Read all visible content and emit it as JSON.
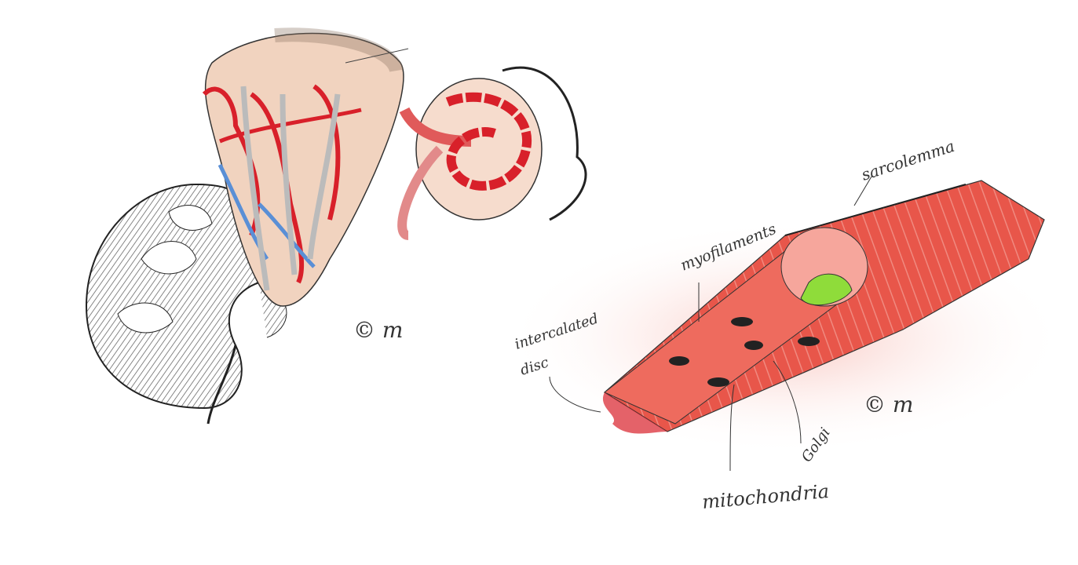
{
  "labels": {
    "sarcolemma": "sarcolemma",
    "myofilaments": "myofilaments",
    "intercalated_line1": "intercalated",
    "intercalated_line2": "disc",
    "golgi": "Golgi",
    "mitochondria": "mitochondria"
  },
  "signatures": {
    "left": "© m",
    "right": "© m"
  },
  "colors": {
    "muscle": "#e8564a",
    "muscle_light": "#f4a9a0",
    "artery": "#d8202a",
    "vein": "#5a8fd6",
    "lobule": "#f1d3bf",
    "nucleus": "#8fdc3a",
    "ink": "#333333"
  }
}
